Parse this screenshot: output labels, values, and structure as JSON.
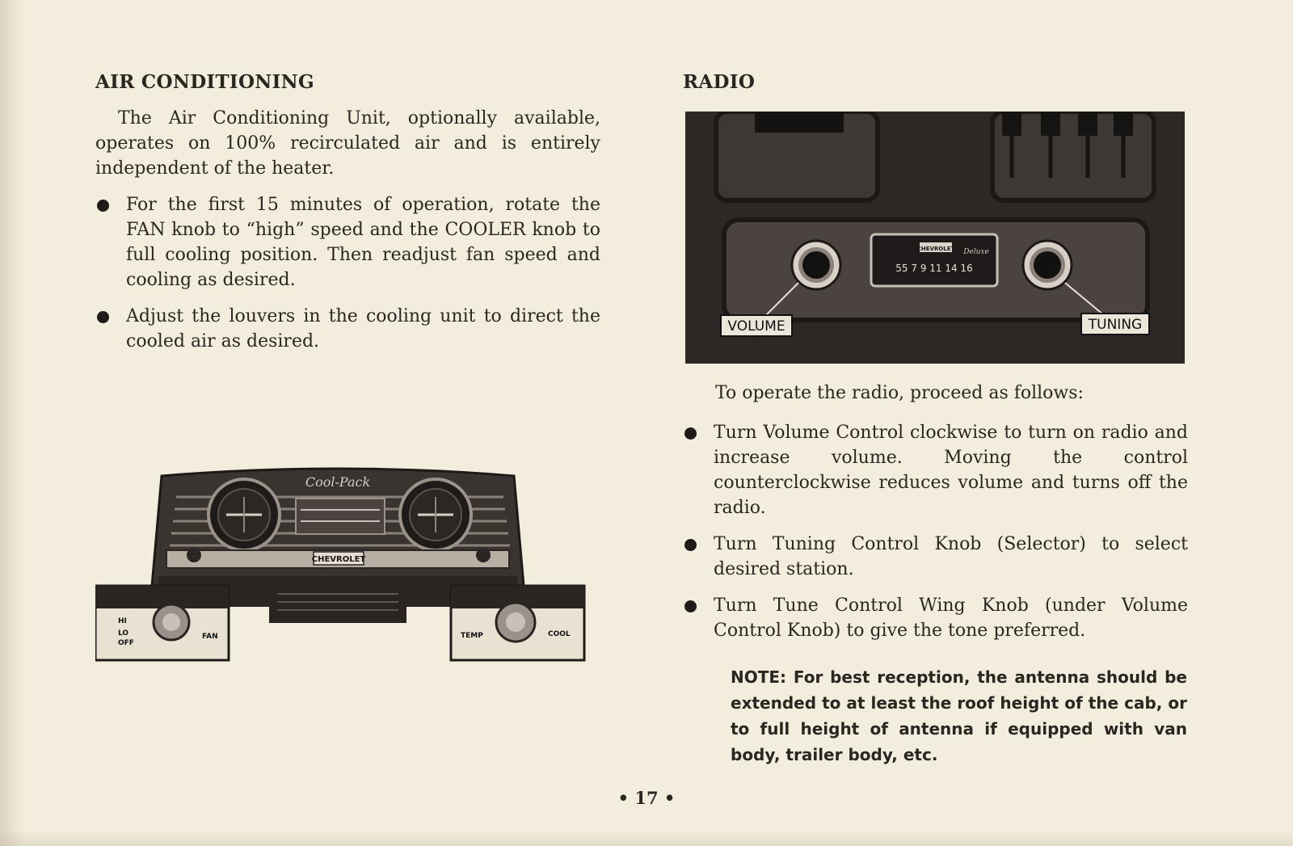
{
  "air_conditioning": {
    "heading": "AIR CONDITIONING",
    "intro": "The Air Conditioning Unit, optionally available, operates on 100% recirculated air and is entirely independent of the heater.",
    "bullets": [
      "For the first 15 minutes of operation, rotate the FAN knob to “high” speed and the COOLER knob to full cooling position. Then readjust fan speed and cooling as desired.",
      "Adjust the louvers in the cooling unit to direct the cooled air as desired."
    ],
    "figure": {
      "brand_script": "Cool-Pack",
      "badge": "CHEVROLET",
      "fan_panel": {
        "hi": "HI",
        "lo": "LO",
        "off": "OFF",
        "fan": "FAN"
      },
      "cool_panel": {
        "temp": "TEMP",
        "cool": "COOL"
      }
    }
  },
  "radio": {
    "heading": "RADIO",
    "figure": {
      "volume_label": "VOLUME",
      "tuning_label": "TUNING",
      "dial_numbers": "55 7  9  11  14  16",
      "dial_brand": "CHEVROLET",
      "dial_script": "Deluxe"
    },
    "intro": "To operate the radio, proceed as follows:",
    "bullets": [
      "Turn Volume Control clockwise to turn on radio and increase volume. Moving the control counterclockwise reduces volume and turns off the radio.",
      "Turn Tuning Control Knob (Selector) to select desired station.",
      "Turn Tune Control Wing Knob (under Volume Control Knob) to give the tone preferred."
    ],
    "note": "NOTE: For best reception, the antenna should be extended to at least the roof height of the cab, or to full height of antenna if equipped with van body, trailer body, etc."
  },
  "page_number": "• 17 •"
}
